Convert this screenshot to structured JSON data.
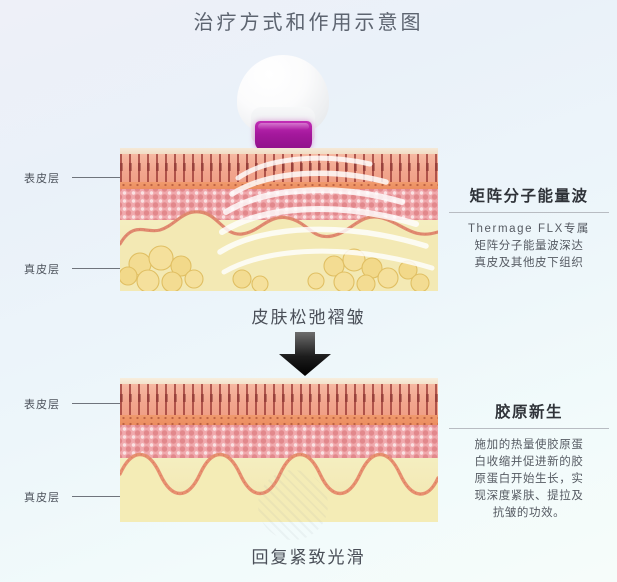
{
  "title": "治疗方式和作用示意图",
  "captions": {
    "before": "皮肤松弛褶皱",
    "after": "回复紧致光滑"
  },
  "skin_labels": {
    "epidermis": "表皮层",
    "dermis": "真皮层"
  },
  "diagram_top": {
    "label_epidermis": "表皮层",
    "label_dermis": "真皮层",
    "caption": "皮肤松弛褶皱"
  },
  "diagram_bottom": {
    "label_epidermis": "表皮层",
    "label_dermis": "真皮层",
    "caption": "回复紧致光滑"
  },
  "info_blocks": [
    {
      "heading": "矩阵分子能量波",
      "line1": "Thermage FLX专属",
      "line2": "矩阵分子能量波深达",
      "line3": "真皮及其他皮下组织"
    },
    {
      "heading": "胶原新生",
      "line1": "施加的热量使胶原蛋",
      "line2": "白收缩并促进新的胶",
      "line3": "原蛋白开始生长，实",
      "line4": "现深度紧肤、提拉及",
      "line5": "抗皱的功效。"
    }
  ],
  "icons": {
    "device": "treatment-handpiece-icon",
    "arrow": "down-arrow-icon",
    "waves": "energy-wave-icon"
  },
  "colors": {
    "background": "#eef2f9",
    "device_tip": "#a4189c",
    "epidermis": "#f2a68e",
    "basal": "#ea8a5c",
    "dermis": "#f0a9ad",
    "subcutaneous": "#f3e9b4",
    "fat_cell": "#f2d98a",
    "title_text": "#5d6470",
    "heading_text": "#2f3339",
    "body_text": "#565b63"
  }
}
